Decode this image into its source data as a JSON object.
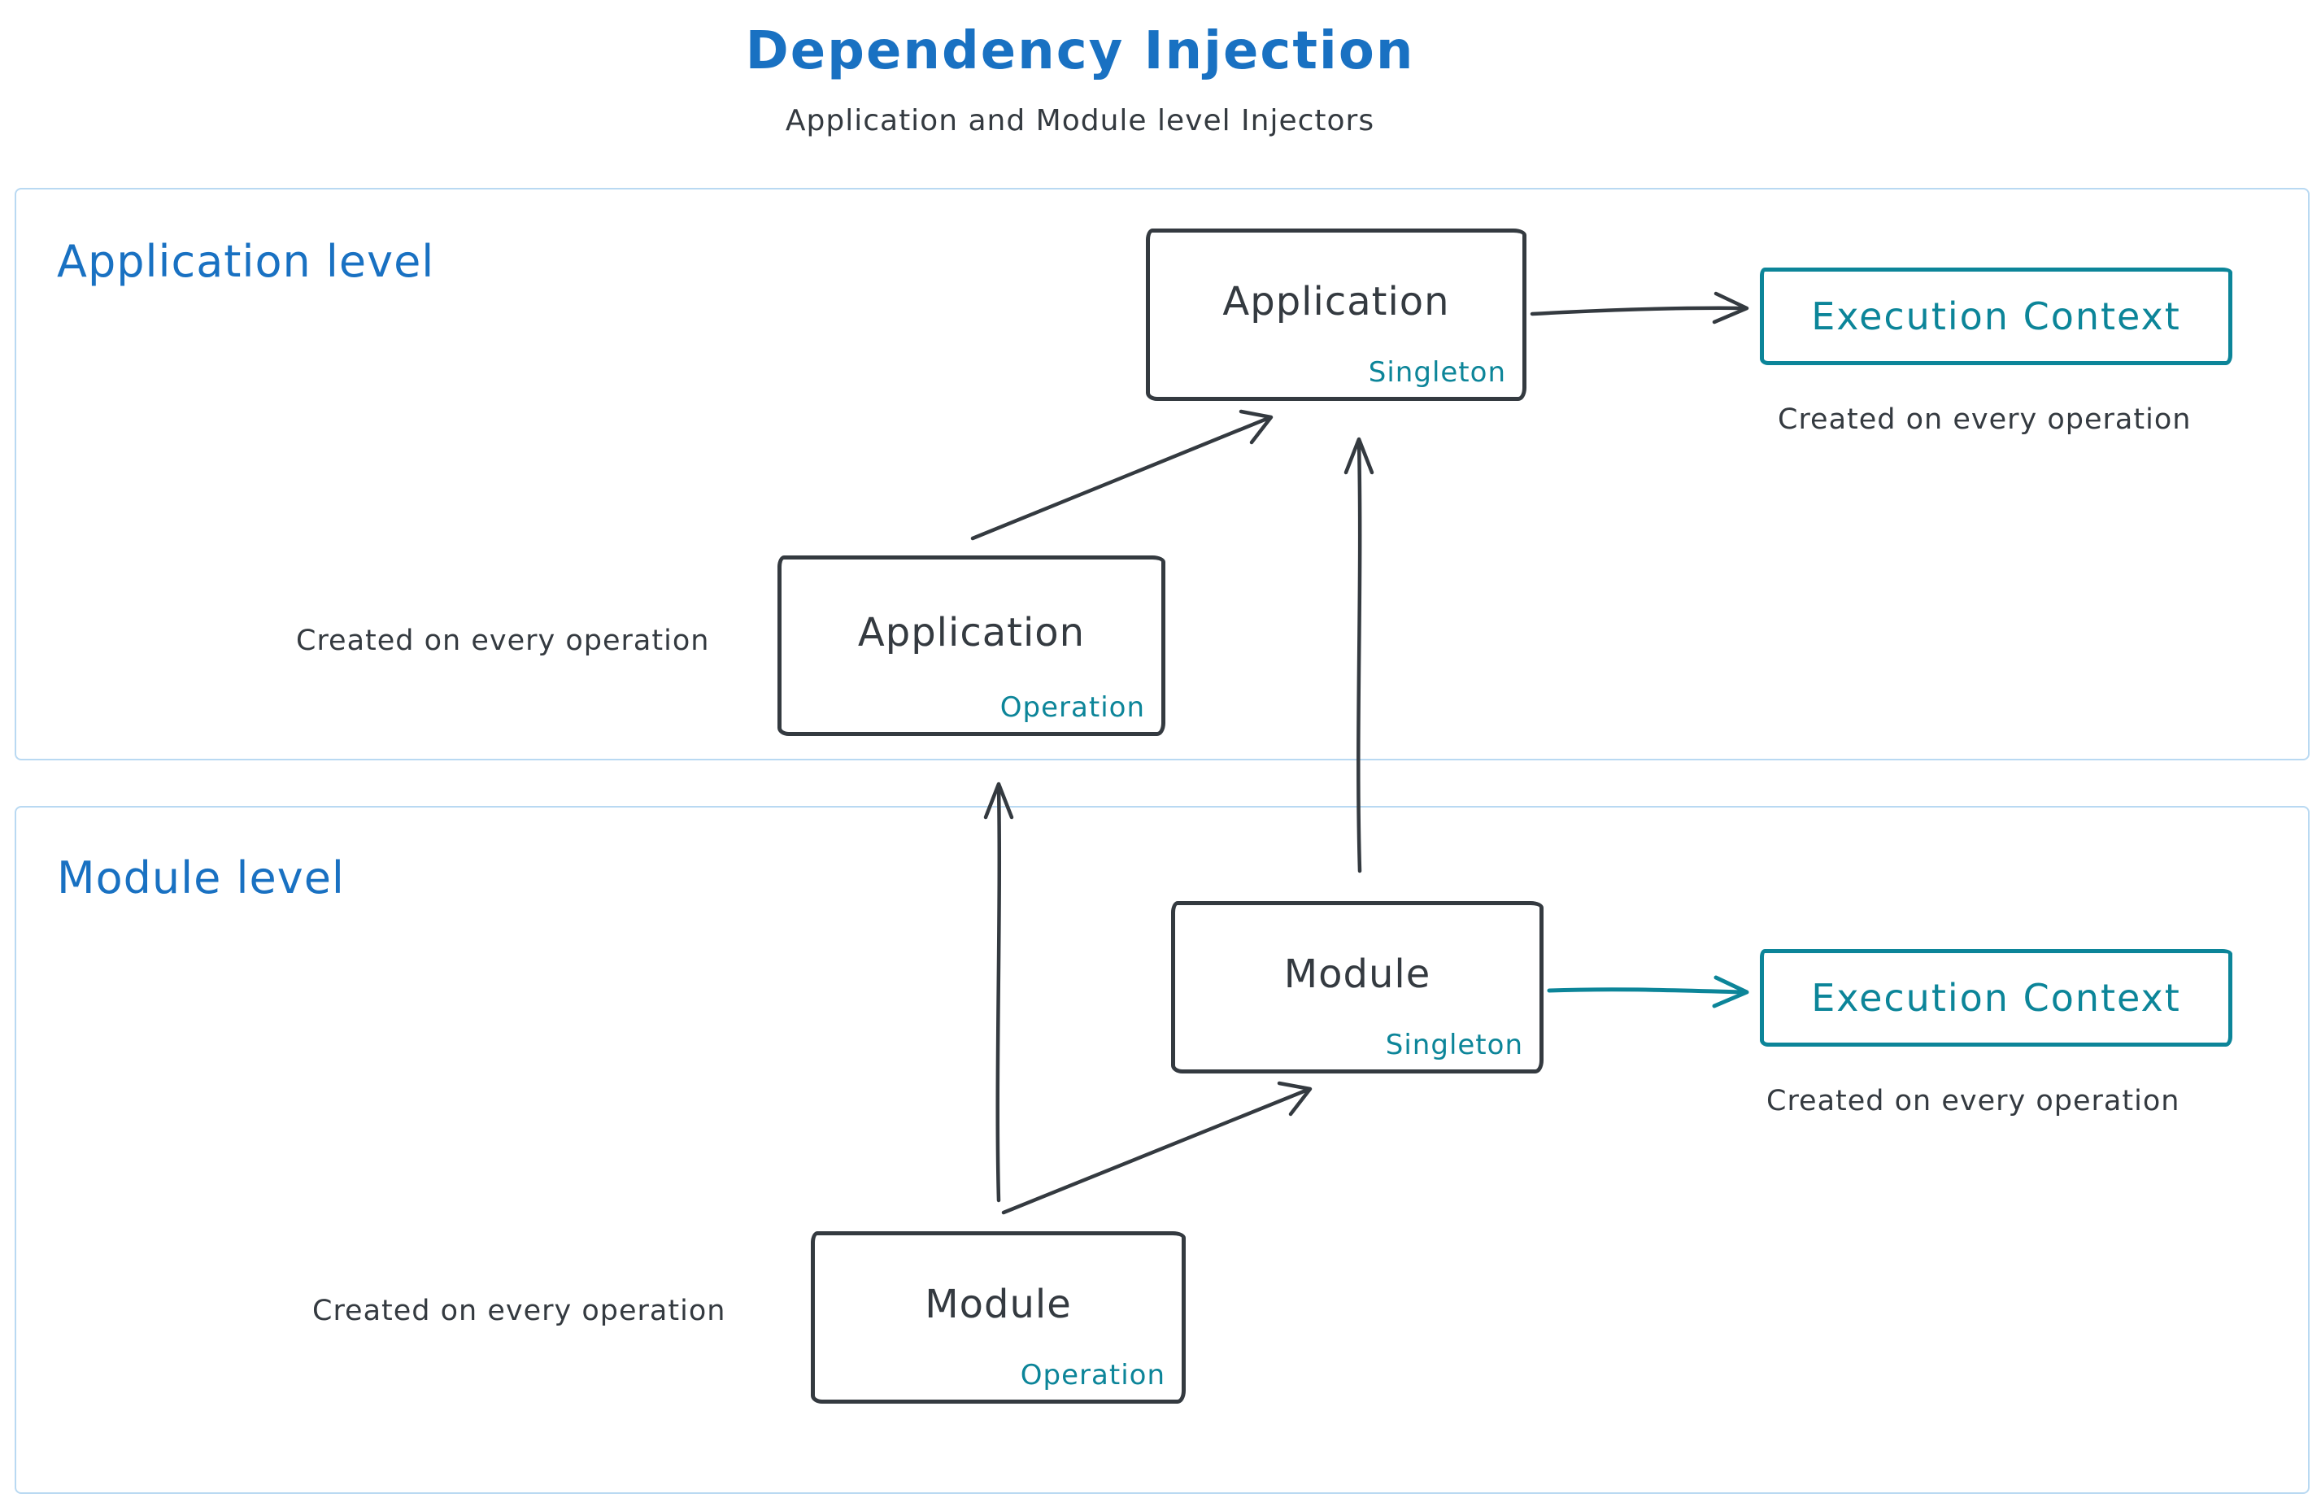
{
  "title": "Dependency Injection",
  "subtitle": "Application and Module level Injectors",
  "colors": {
    "heading_blue": "#1971c2",
    "teal": "#0c8599",
    "dark": "#343a40",
    "container_border": "#b9d9f2"
  },
  "application_level": {
    "label": "Application level",
    "singleton_box": {
      "title": "Application",
      "tag": "Singleton"
    },
    "operation_box": {
      "title": "Application",
      "tag": "Operation"
    },
    "operation_note": "Created on every operation",
    "execution_context": {
      "label": "Execution Context",
      "note": "Created on every operation"
    }
  },
  "module_level": {
    "label": "Module level",
    "singleton_box": {
      "title": "Module",
      "tag": "Singleton"
    },
    "operation_box": {
      "title": "Module",
      "tag": "Operation"
    },
    "operation_note": "Created on every operation",
    "execution_context": {
      "label": "Execution Context",
      "note": "Created on every operation"
    }
  }
}
